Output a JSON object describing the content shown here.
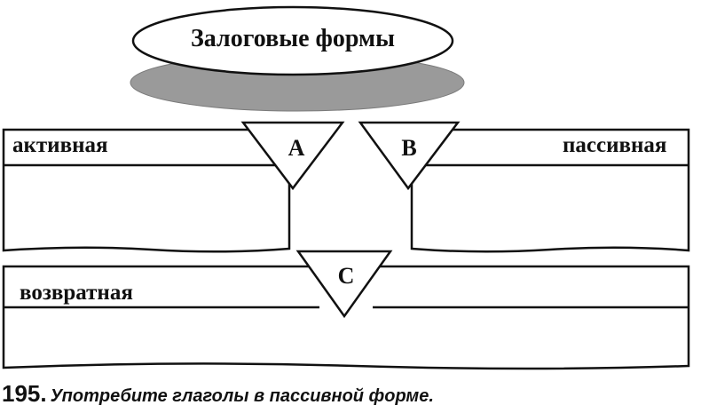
{
  "diagram": {
    "title": "Залоговые формы",
    "boxes": {
      "active": "активная",
      "passive": "пассивная",
      "reflexive": "возвратная"
    },
    "triangles": {
      "a": "A",
      "b": "B",
      "c": "C"
    }
  },
  "exercise": {
    "number": "195.",
    "instruction": "Употребите глаголы в пассивной форме."
  },
  "colors": {
    "ink": "#111111",
    "shadow": "#9a9a9a",
    "background": "#ffffff"
  }
}
